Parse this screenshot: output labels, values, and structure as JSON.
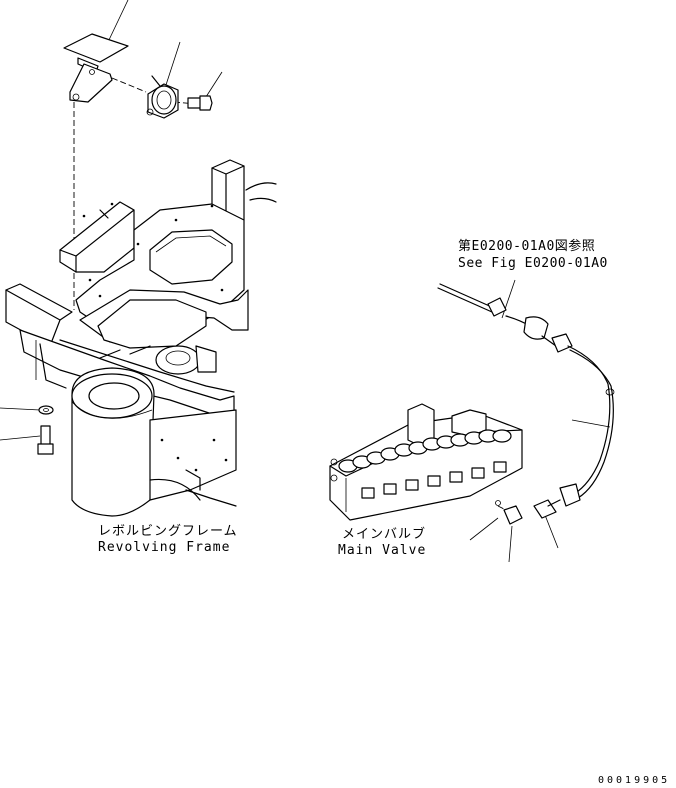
{
  "labels": {
    "frame_jp": "レボルビングフレーム",
    "frame_en": "Revolving Frame",
    "valve_jp": "メインバルブ",
    "valve_en": "Main Valve",
    "ref_jp": "第E0200-01A0図参照",
    "ref_en": "See Fig E0200-01A0"
  },
  "document_id": "00019905"
}
